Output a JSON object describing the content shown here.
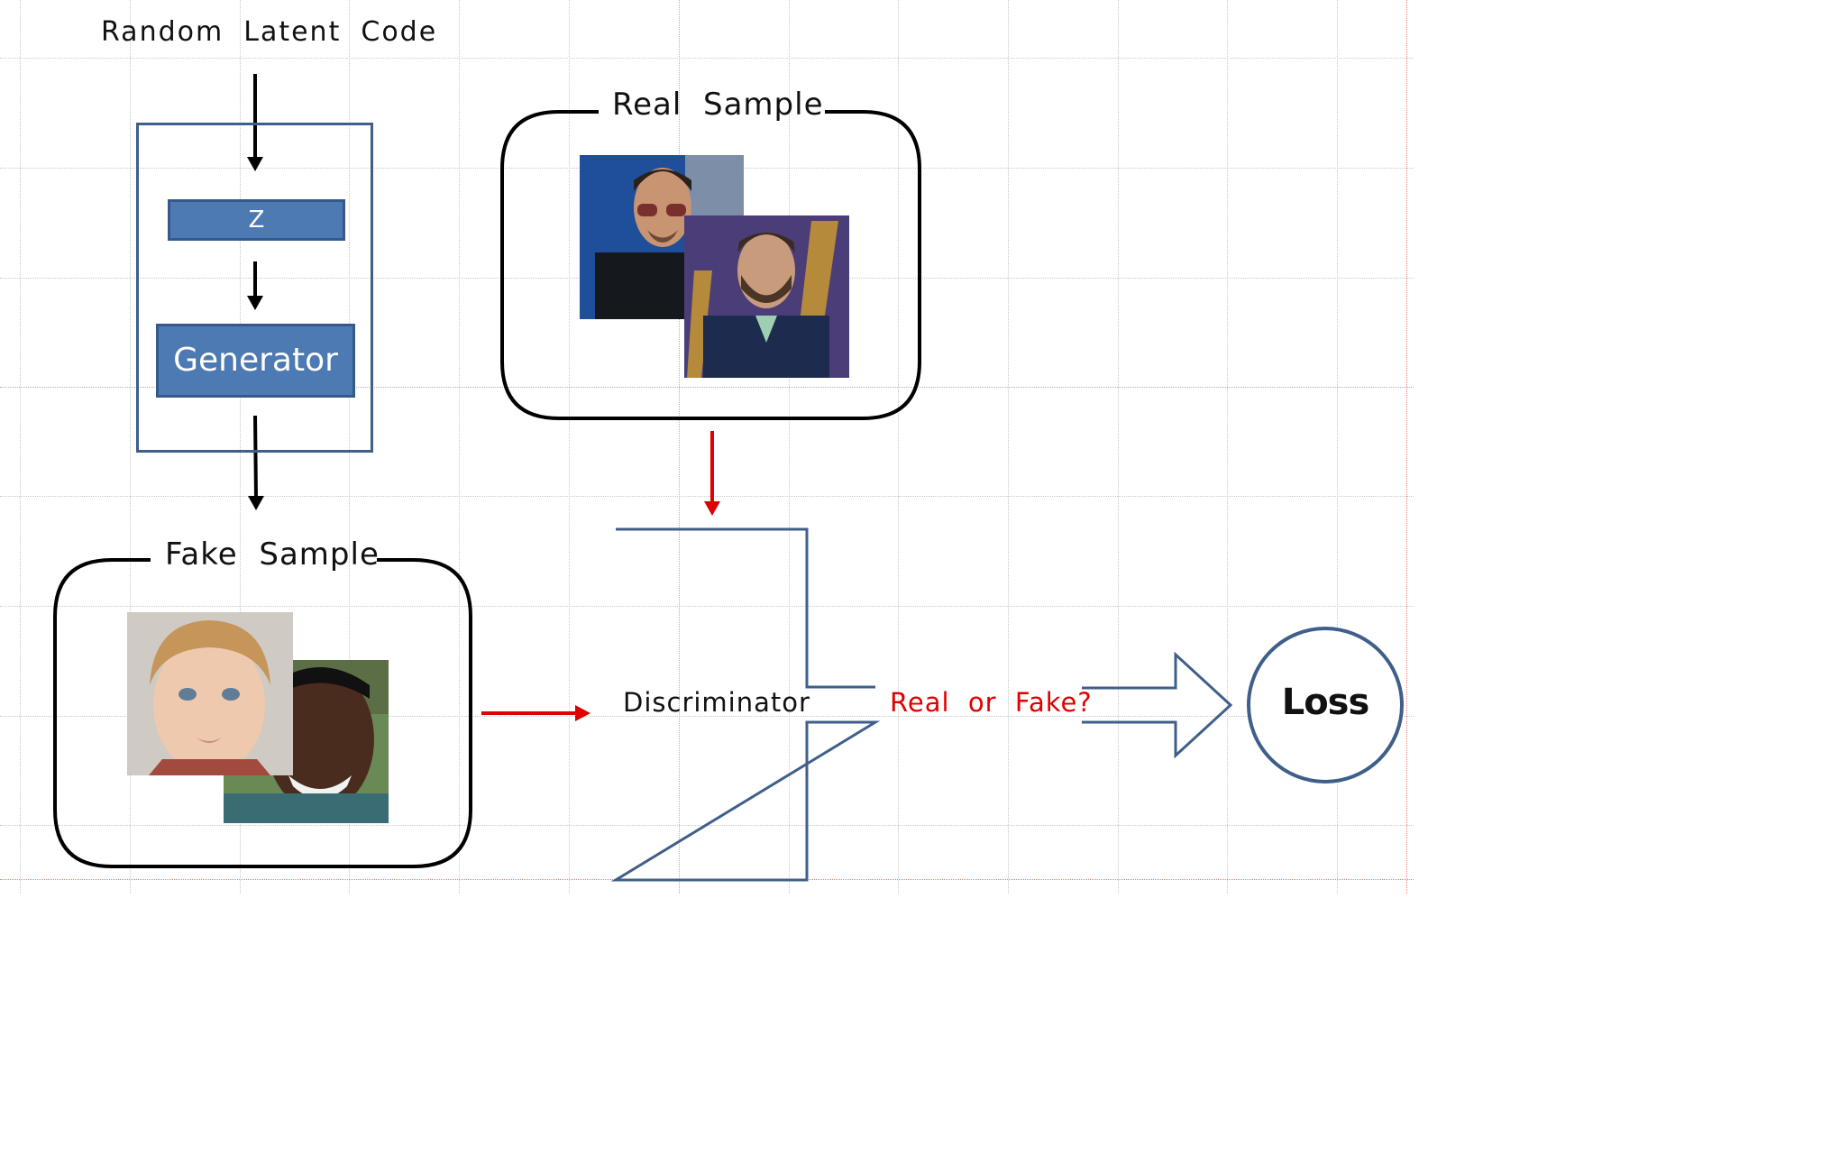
{
  "diagram": {
    "input_label": "Random Latent Code",
    "z_label": "Z",
    "generator_label": "Generator",
    "real_sample_label": "Real Sample",
    "fake_sample_label": "Fake Sample",
    "discriminator_label": "Discriminator",
    "output_question": "Real or Fake?",
    "loss_label": "Loss"
  },
  "colors": {
    "block_fill": "#4d7ab3",
    "block_border": "#34598a",
    "frame_border": "#3f5f8a",
    "discriminator_arrow": "#e00000",
    "flow_arrow": "#000000",
    "question_text": "#e00000"
  },
  "images": {
    "real": [
      "man-with-sunglasses-photo",
      "man-in-suit-photo"
    ],
    "fake": [
      "child-portrait-photo",
      "smiling-man-photo"
    ]
  }
}
